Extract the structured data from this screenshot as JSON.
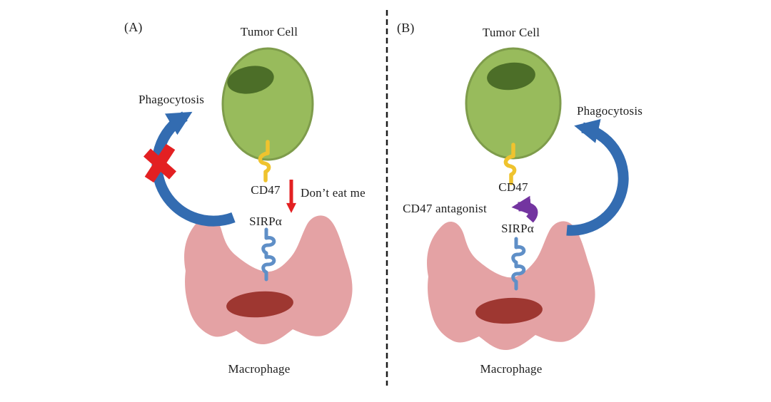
{
  "figure": {
    "title_hint": "CD47-SIRPα phagocytosis checkpoint diagram",
    "panel_a": {
      "label": "(A)",
      "tumor_cell": "Tumor Cell",
      "phagocytosis": "Phagocytosis",
      "cd47": "CD47",
      "dont_eat_me": "Don’t eat me",
      "sirpa": "SIRPα",
      "macrophage": "Macrophage"
    },
    "panel_b": {
      "label": "(B)",
      "tumor_cell": "Tumor Cell",
      "phagocytosis": "Phagocytosis",
      "cd47": "CD47",
      "cd47_antagonist": "CD47 antagonist",
      "sirpa": "SIRPα",
      "macrophage": "Macrophage"
    },
    "colors": {
      "tumor_cell_fill": "#98bb5c",
      "tumor_cell_border": "#7e9c4b",
      "tumor_nucleus": "#4c6e28",
      "macrophage_fill": "#e4a2a4",
      "macrophage_nucleus": "#9e3731",
      "cd47_ligand_yellow": "#efc32e",
      "sirpa_receptor_blue": "#5f8fc7",
      "phagocytosis_arrow_blue": "#336cb1",
      "inhibition_red": "#e32022",
      "antagonist_purple": "#7334a0",
      "divider_black": "#1a1a1a"
    }
  }
}
